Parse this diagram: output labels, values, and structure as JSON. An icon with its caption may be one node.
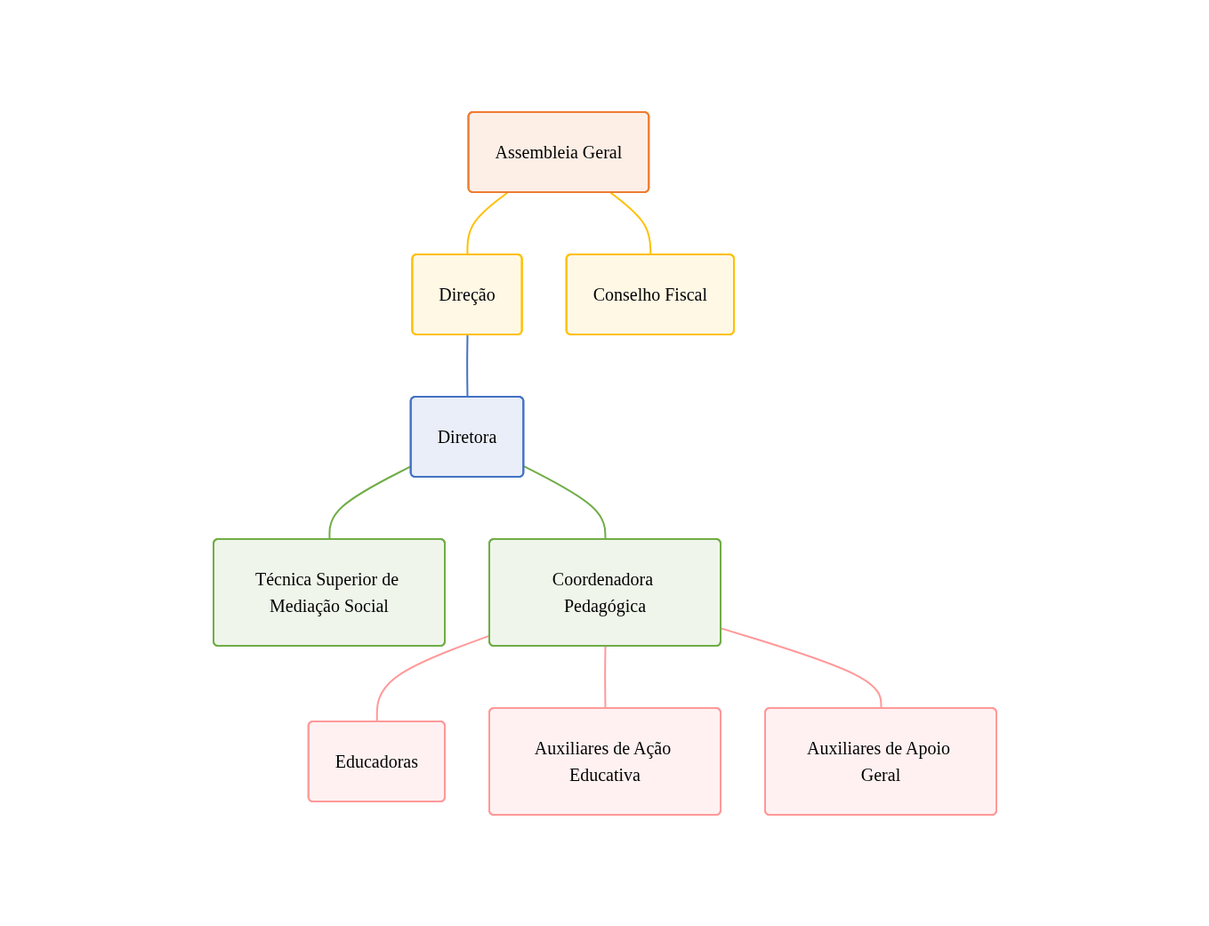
{
  "diagram": {
    "nodes": [
      {
        "text": [
          "Assembleia Geral"
        ]
      },
      {
        "text": [
          "Direção"
        ]
      },
      {
        "text": [
          "Conselho Fiscal"
        ]
      },
      {
        "text": [
          "Diretora"
        ]
      },
      {
        "text": [
          "Técnica Superior de Mediação Social"
        ]
      },
      {
        "text": [
          "Coordenadora Pedagógica"
        ]
      },
      {
        "text": [
          "Educadoras"
        ]
      },
      {
        "text": [
          "Auxiliares de Ação Educativa"
        ]
      },
      {
        "text": [
          "Auxiliares de Apoio Geral"
        ]
      }
    ],
    "edges": [
      {
        "from": 0,
        "to": 1,
        "arrow": "none",
        "color": "#ffc000"
      },
      {
        "from": 0,
        "to": 2,
        "arrow": "none",
        "color": "#ffc000"
      },
      {
        "from": 1,
        "to": 3,
        "arrow": "none",
        "color": "#4472c4"
      },
      {
        "from": 3,
        "to": 4,
        "arrow": "none",
        "color": "#70ad47"
      },
      {
        "from": 3,
        "to": 5,
        "arrow": "none",
        "color": "#70ad47"
      },
      {
        "from": 5,
        "to": 6,
        "arrow": "none",
        "color": "#ff9999"
      },
      {
        "from": 5,
        "to": 7,
        "arrow": "none",
        "color": "#ff9999"
      },
      {
        "from": 5,
        "to": 8,
        "arrow": "none",
        "color": "#ff9999"
      }
    ]
  }
}
